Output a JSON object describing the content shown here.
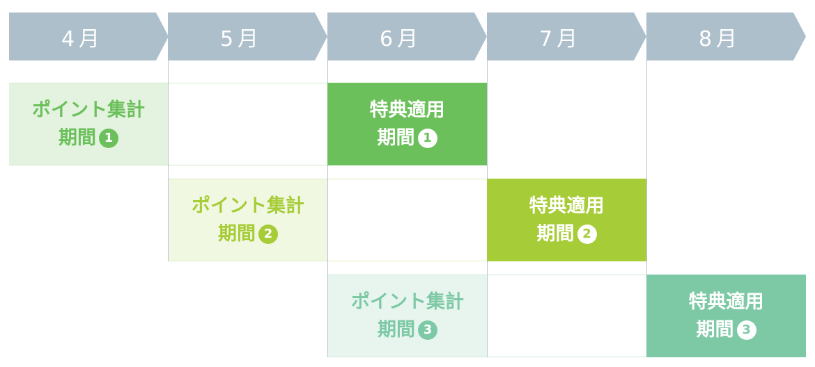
{
  "months": [
    "4月",
    "5月",
    "6月",
    "7月",
    "8月"
  ],
  "colors": {
    "header": "#aebfcc",
    "row1_accent": "#6cc05b",
    "row1_light": "#e4f3e0",
    "row2_accent": "#a6cc37",
    "row2_light": "#f1f8e2",
    "row3_accent": "#7dc9a5",
    "row3_light": "#e8f5ef"
  },
  "rows": [
    {
      "collect": {
        "line1": "ポイント集計",
        "line2": "期間",
        "num": "1"
      },
      "benefit": {
        "line1": "特典適用",
        "line2": "期間",
        "num": "1"
      }
    },
    {
      "collect": {
        "line1": "ポイント集計",
        "line2": "期間",
        "num": "2"
      },
      "benefit": {
        "line1": "特典適用",
        "line2": "期間",
        "num": "2"
      }
    },
    {
      "collect": {
        "line1": "ポイント集計",
        "line2": "期間",
        "num": "3"
      },
      "benefit": {
        "line1": "特典適用",
        "line2": "期間",
        "num": "3"
      }
    }
  ]
}
